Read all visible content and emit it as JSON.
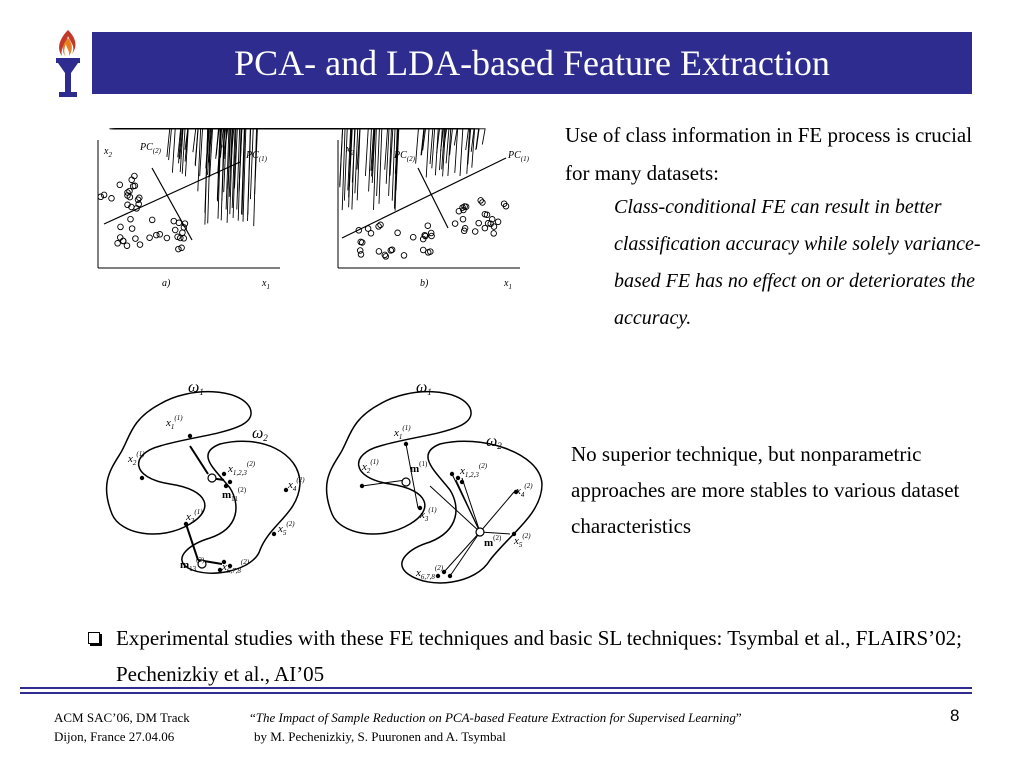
{
  "slide": {
    "title": "PCA- and LDA-based Feature Extraction",
    "brand_color": "#2e2d8f"
  },
  "figure_top": {
    "left": {
      "y_axis": "x",
      "y_axis_sub": "2",
      "x_axis": "x",
      "x_axis_sub": "1",
      "pc2": "PC",
      "pc2_sub": "(2)",
      "pc1": "PC",
      "pc1_sub": "(1)",
      "caption": "a)"
    },
    "right": {
      "y_axis": "x",
      "y_axis_sub": "2",
      "x_axis": "x",
      "x_axis_sub": "1",
      "pc2": "PC",
      "pc2_sub": "(2)",
      "pc1": "PC",
      "pc1_sub": "(1)",
      "caption": "b)"
    }
  },
  "figure_bottom": {
    "omega1": "ω",
    "omega1_sub": "1",
    "omega2": "ω",
    "omega2_sub": "2",
    "left_labels": {
      "x11": "x",
      "x11_sub": "1",
      "x11_sup": "(1)",
      "x21": "x",
      "x21_sub": "2",
      "x21_sup": "(1)",
      "x31": "x",
      "x31_sub": "3",
      "x31_sup": "(1)",
      "x123": "x",
      "x123_sub": "1,2,3",
      "x123_sup": "(2)",
      "x42": "x",
      "x42_sub": "4",
      "x42_sup": "(2)",
      "x52": "x",
      "x52_sub": "5",
      "x52_sup": "(2)",
      "x678": "x",
      "x678_sub": "6,7,8",
      "x678_sup": "(2)",
      "m11": "m",
      "m11_sub": "11",
      "m11_sup": "(2)",
      "m13": "m",
      "m13_sub": "13",
      "m13_sup": "(2)"
    },
    "right_labels": {
      "x11": "x",
      "x11_sub": "1",
      "x11_sup": "(1)",
      "x21": "x",
      "x21_sub": "2",
      "x21_sup": "(1)",
      "x31": "x",
      "x31_sub": "3",
      "x31_sup": "(1)",
      "x123": "x",
      "x123_sub": "1,2,3",
      "x123_sup": "(2)",
      "x42": "x",
      "x42_sub": "4",
      "x42_sup": "(2)",
      "x52": "x",
      "x52_sub": "5",
      "x52_sup": "(2)",
      "x678": "x",
      "x678_sub": "6,7,8",
      "x678_sup": "(2)",
      "m1": "m",
      "m1_sup": "(1)",
      "m2": "m",
      "m2_sup": "(2)"
    }
  },
  "text": {
    "p1": "Use of class information in FE process is crucial for many datasets:",
    "p1_italic": "Class-conditional FE can result in better classification accuracy while solely variance-based FE has no effect on or deteriorates the accuracy.",
    "p2": "No superior technique, but nonparametric approaches are more stables to various dataset characteristics",
    "bullet": "Experimental studies with these FE techniques and basic SL techniques: Tsymbal et al., FLAIRS’02; Pechenizkiy et al., AI’05"
  },
  "footer": {
    "left_line1": "ACM SAC’06, DM Track",
    "left_line2": "Dijon, France 27.04.06",
    "quote_open": "“",
    "paper_title": "The Impact of Sample Reduction on PCA-based Feature Extraction for Supervised Learning",
    "quote_close": "”",
    "authors": "by M. Pechenizkiy, S. Puuronen and A. Tsymbal",
    "page_number": "8"
  }
}
